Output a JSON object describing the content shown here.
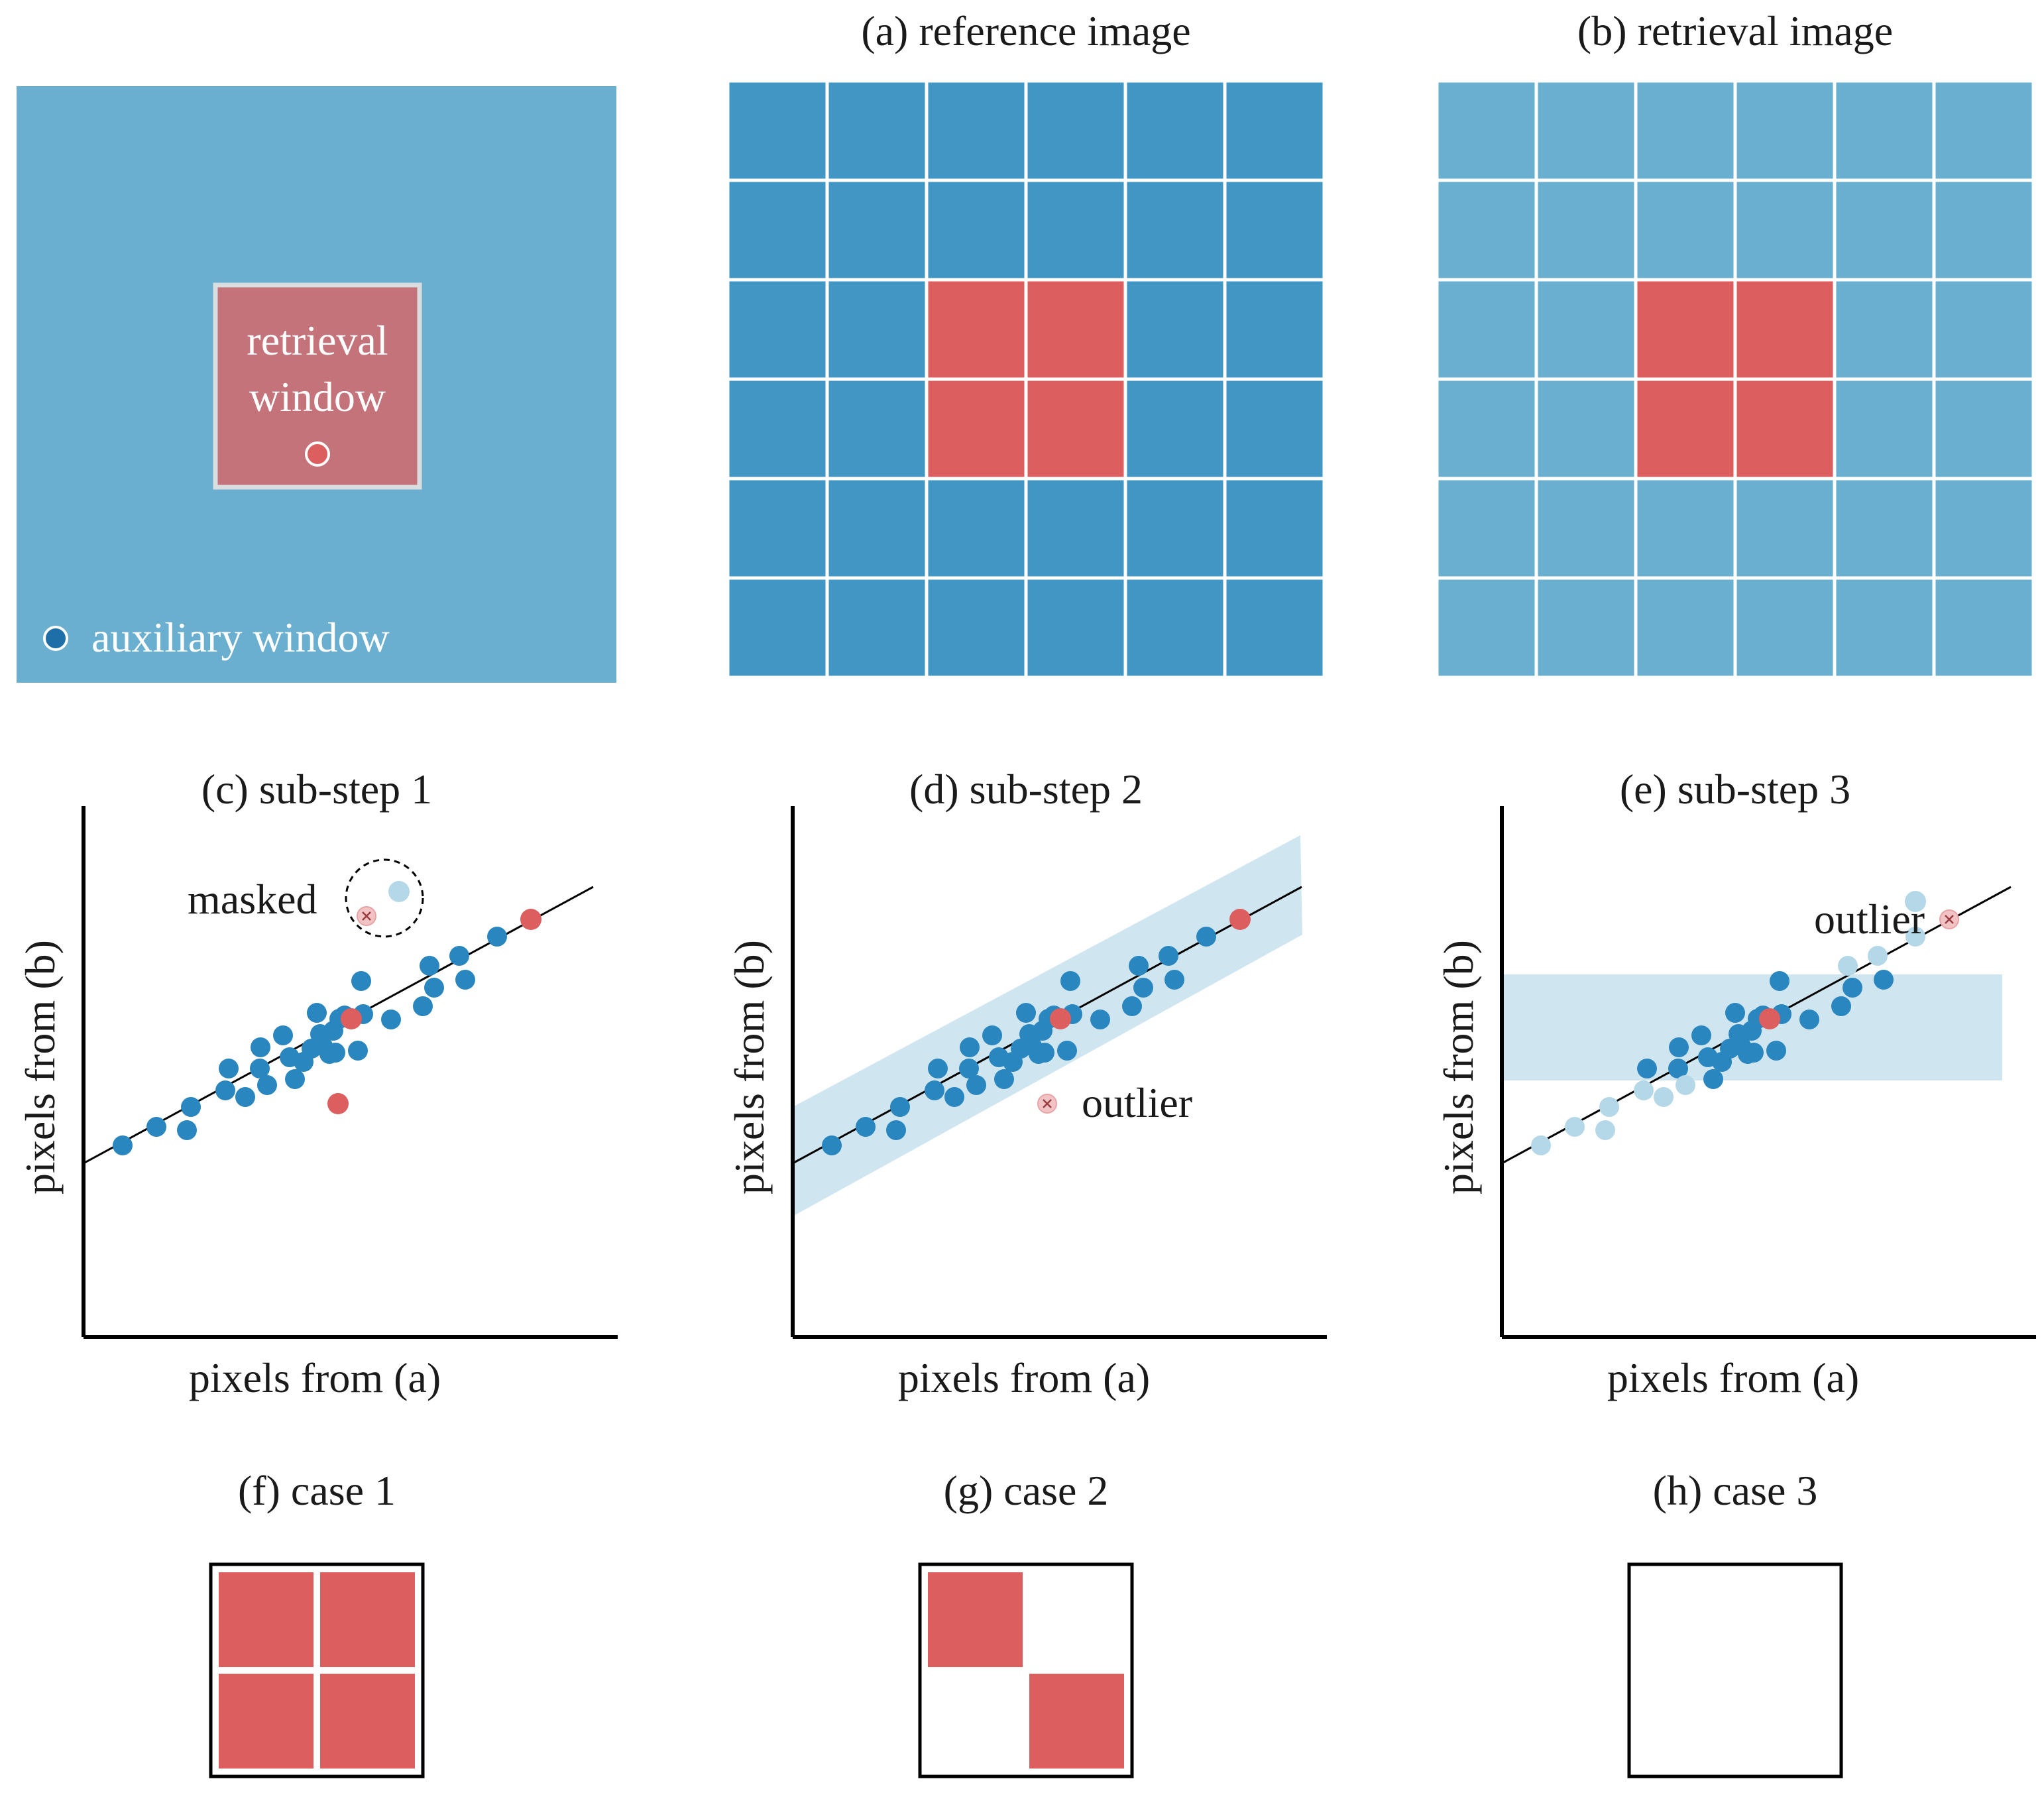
{
  "panel_titles": {
    "a": "(a) reference image",
    "b": "(b) retrieval image",
    "c": "(c) sub-step 1",
    "d": "(d) sub-step 2",
    "e": "(e) sub-step 3",
    "f": "(f) case 1",
    "g": "(g) case 2",
    "h": "(h) case 3"
  },
  "overview": {
    "retrieval_window_line1": "retrieval",
    "retrieval_window_line2": "window",
    "auxiliary_window": "auxiliary window"
  },
  "axes": {
    "xlabel": "pixels from (a)",
    "ylabel": "pixels from (b)"
  },
  "annotations": {
    "masked": "masked",
    "outlier": "outlier"
  },
  "grid": {
    "rows": 6,
    "cols": 6,
    "highlighted_cells": [
      [
        2,
        2
      ],
      [
        2,
        3
      ],
      [
        3,
        2
      ],
      [
        3,
        3
      ]
    ]
  },
  "cases": {
    "f": [
      1,
      1,
      1,
      1
    ],
    "g": [
      1,
      0,
      0,
      1
    ],
    "h": [
      0,
      0,
      0,
      0
    ]
  },
  "colors": {
    "overview_bg": "#6aafd0",
    "reference_cell": "#4196c4",
    "retrieval_cell": "#6aafd0",
    "highlight": "#dc5e5f",
    "window_fill": "#c5737a",
    "point": "#2a86bf",
    "point_faded": "#b5d8e8",
    "band": "#cfe6f0",
    "outlier_fill": "#f2c3c4"
  }
}
